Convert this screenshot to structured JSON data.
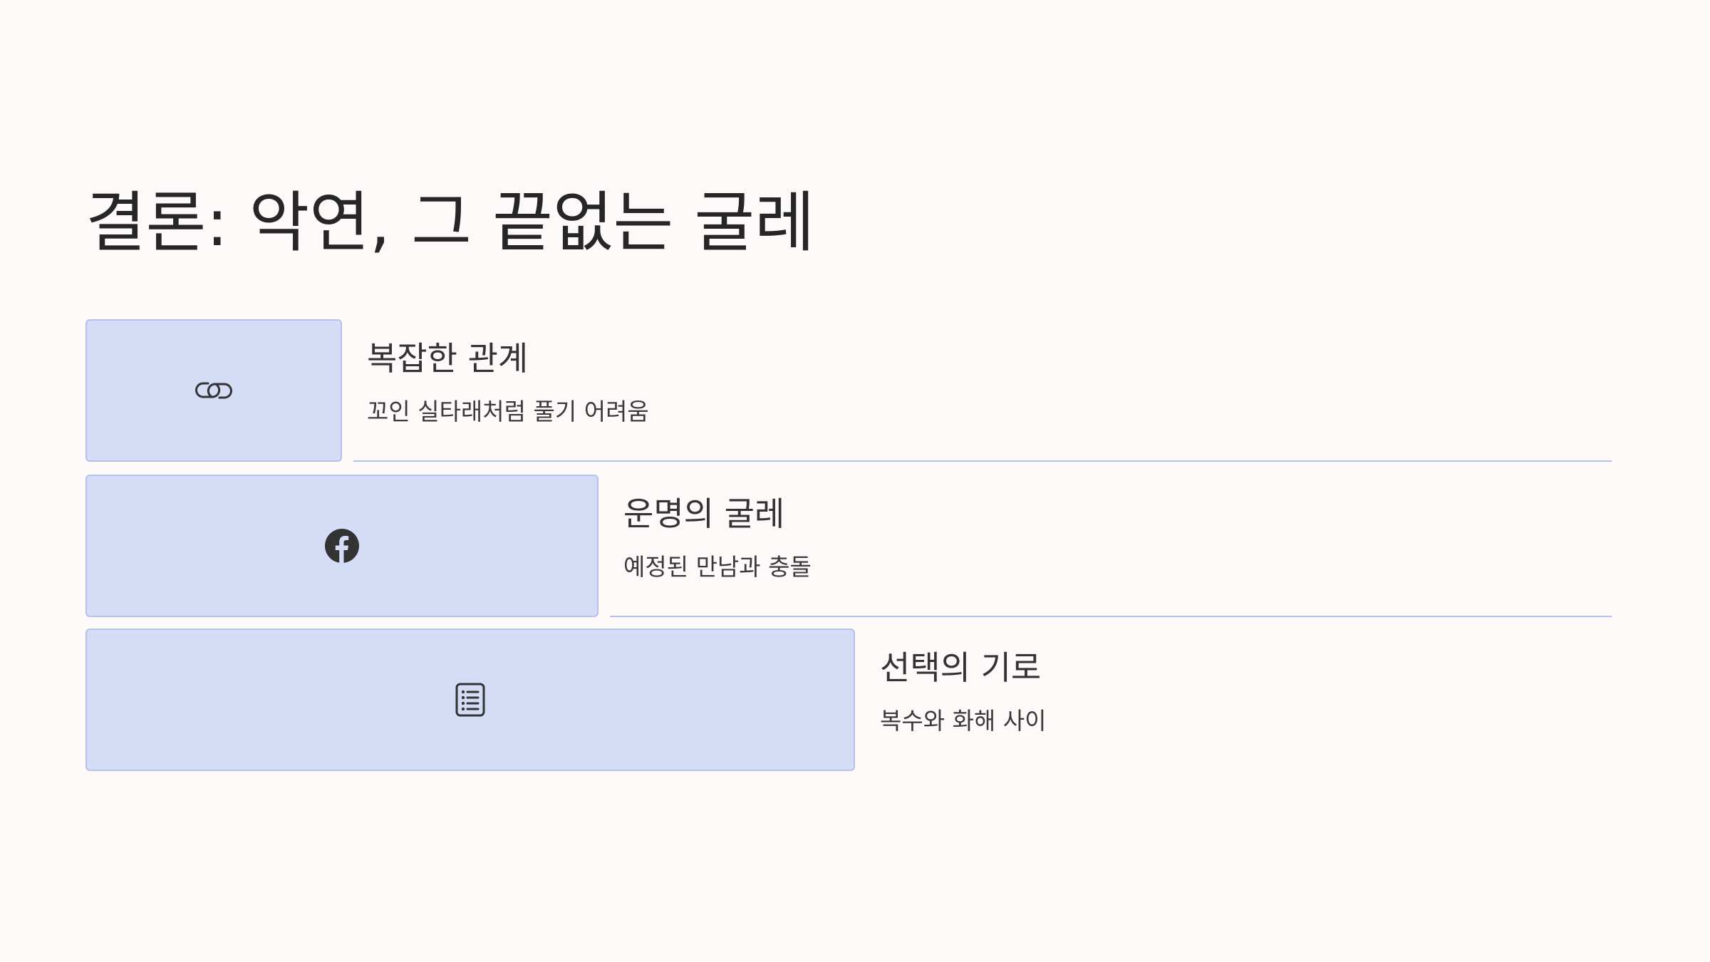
{
  "slide": {
    "title": "결론: 악연, 그 끝없는 굴레",
    "colors": {
      "background": "#fdf9f8",
      "card_fill": "#d5dcf5",
      "card_border": "#b7c0e8",
      "text": "#2b2b2b"
    },
    "items": [
      {
        "icon": "link-icon",
        "heading": "복잡한 관계",
        "description": "꼬인 실타래처럼 풀기 어려움"
      },
      {
        "icon": "facebook-icon",
        "heading": "운명의 굴레",
        "description": "예정된 만남과 충돌"
      },
      {
        "icon": "list-icon",
        "heading": "선택의 기로",
        "description": "복수와 화해 사이"
      }
    ]
  }
}
